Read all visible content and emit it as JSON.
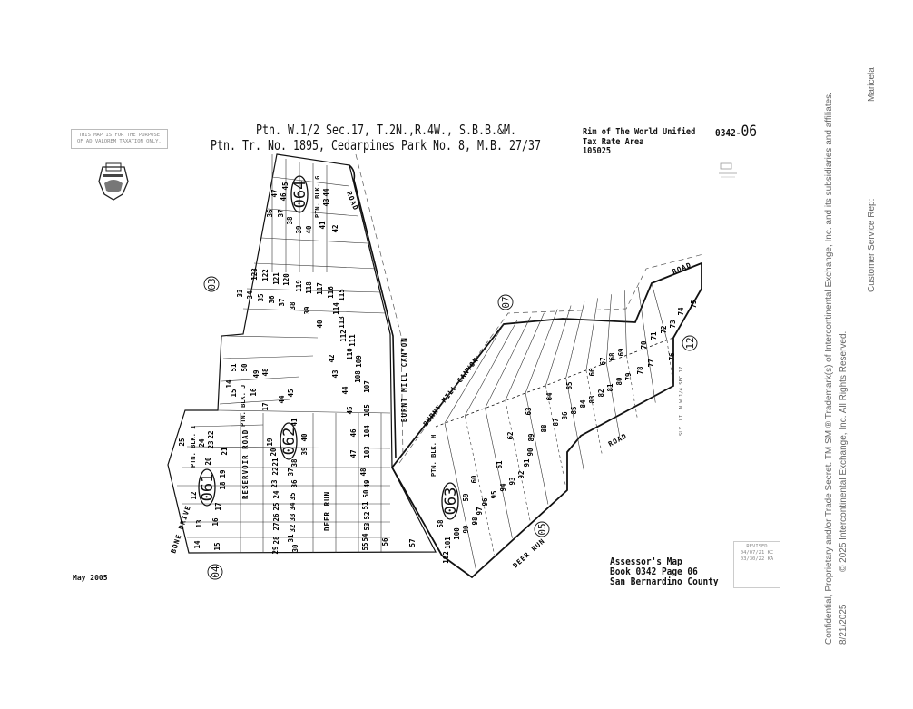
{
  "notice": {
    "line1": "THIS MAP IS FOR THE PURPOSE",
    "line2": "OF AD VALOREM TAXATION ONLY."
  },
  "header": {
    "line1": "Ptn. W.1/2 Sec.17, T.2N.,R.4W., S.B.B.&M.",
    "line2": "Ptn. Tr. No. 1895, Cedarpines Park No. 8, M.B. 27/37",
    "district": "Rim of The World Unified",
    "tax_rate_label": "Tax Rate Area",
    "tax_rate_area": "105025",
    "map_number_prefix": "0342-",
    "map_number_page": "06"
  },
  "footer": {
    "date": "May 2005",
    "assessor_line1": "Assessor's Map",
    "assessor_line2": "Book 0342 Page 06",
    "assessor_line3": "San Bernardino County",
    "revised_label": "REVISED",
    "revised_1": "04/07/21 KC",
    "revised_2": "03/30/22 KA"
  },
  "side": {
    "confidential": "Confidential, Proprietary and/or Trade Secret.  TM SM ® Trademark(s) of Intercontinental Exchange, Inc. and its subsidiaries and affiliates.",
    "copyright": "© 2025 Intercontinental Exchange, Inc. All Rights Reserved.",
    "rep_label": "Customer Service Rep:",
    "rep_name": "Maricela",
    "print_date": "8/21/2025"
  },
  "map": {
    "blocks": [
      "064",
      "062",
      "061",
      "063"
    ],
    "block_notes": [
      "PTN. BLK. G",
      "PTN. BLK. J",
      "PTN. BLK. I",
      "PTN. BLK. H"
    ],
    "adjacent_pages": [
      "03",
      "04",
      "05",
      "07",
      "12"
    ],
    "streets": [
      "ROAD",
      "BURNT MILL CANYON",
      "BURNT MILL CANYON",
      "RESERVOIR ROAD",
      "DEER RUN",
      "DEER RUN",
      "ROAD",
      "ROAD",
      "BONE DRIVE"
    ],
    "section_note": "SLY. LI. N.W.1/4 SEC.17",
    "lots": [
      "47",
      "46",
      "45",
      "44",
      "43",
      "36",
      "37",
      "38",
      "39",
      "40",
      "41",
      "42",
      "123",
      "122",
      "121",
      "120",
      "119",
      "118",
      "117",
      "116",
      "115",
      "33",
      "34",
      "35",
      "36",
      "37",
      "38",
      "39",
      "40",
      "114",
      "113",
      "112",
      "111",
      "110",
      "51",
      "50",
      "49",
      "48",
      "14",
      "15",
      "16",
      "17",
      "44",
      "45",
      "43",
      "42",
      "44",
      "45",
      "105",
      "46",
      "104",
      "47",
      "103",
      "109",
      "108",
      "107",
      "25",
      "24",
      "23",
      "22",
      "21",
      "20",
      "19",
      "18",
      "17",
      "12",
      "13",
      "16",
      "14",
      "15",
      "19",
      "20",
      "21",
      "22",
      "23",
      "24",
      "25",
      "26",
      "27",
      "28",
      "29",
      "41",
      "40",
      "39",
      "38",
      "37",
      "36",
      "35",
      "34",
      "33",
      "32",
      "31",
      "30",
      "48",
      "49",
      "50",
      "51",
      "52",
      "53",
      "54",
      "55",
      "56",
      "57",
      "58",
      "59",
      "60",
      "61",
      "62",
      "63",
      "64",
      "65",
      "66",
      "67",
      "68",
      "69",
      "70",
      "71",
      "72",
      "73",
      "74",
      "75",
      "76",
      "77",
      "78",
      "79",
      "80",
      "81",
      "82",
      "83",
      "84",
      "85",
      "86",
      "87",
      "88",
      "89",
      "90",
      "91",
      "92",
      "93",
      "94",
      "95",
      "96",
      "97",
      "98",
      "99",
      "100",
      "101",
      "102"
    ]
  },
  "colors": {
    "ink": "#111111",
    "faint": "#888888",
    "side_text": "#666666"
  }
}
